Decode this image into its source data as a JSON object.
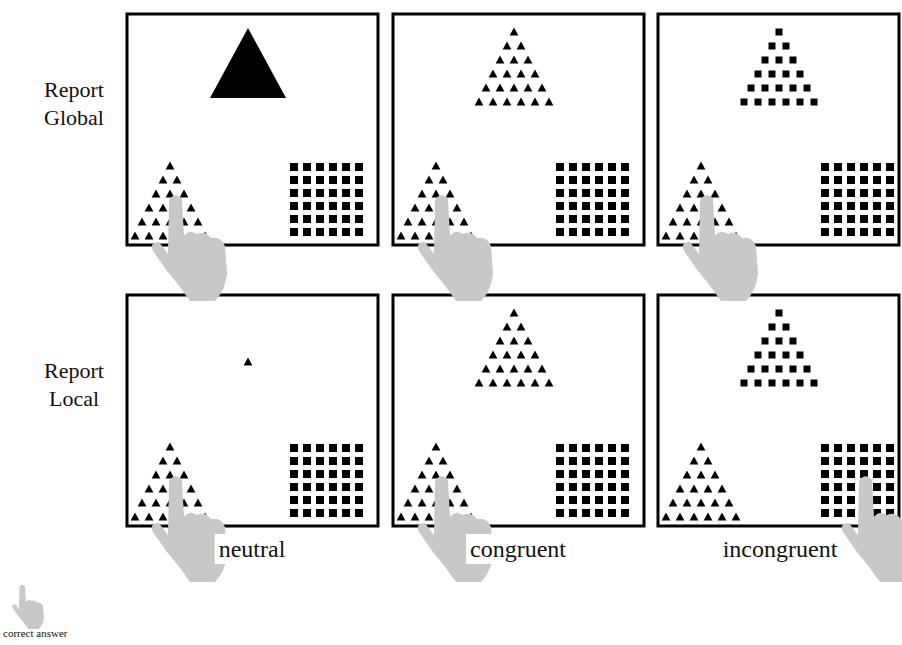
{
  "diagram": {
    "labels": [
      "Report Global",
      "Report Local",
      "neutral",
      "congruent",
      "incongruent"
    ],
    "legend": [
      {
        "text": "correct answer"
      }
    ]
  }
}
